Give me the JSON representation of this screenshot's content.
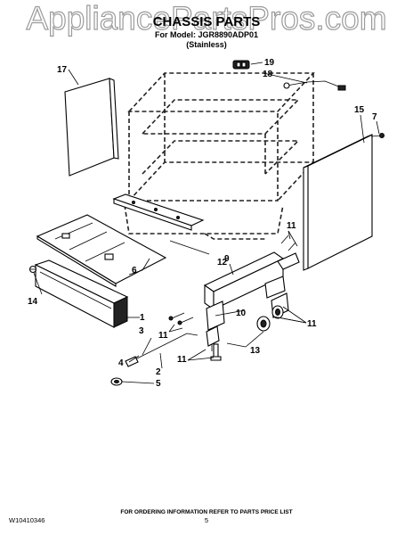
{
  "watermark": "AppliancePartsPros.com",
  "header": {
    "title": "CHASSIS PARTS",
    "model_line": "For Model: JGR8890ADP01",
    "finish": "(Stainless)"
  },
  "callouts": [
    "17",
    "19",
    "18",
    "15",
    "7",
    "11",
    "6",
    "9",
    "12",
    "14",
    "1",
    "3",
    "11",
    "10",
    "11",
    "4",
    "2",
    "11",
    "13",
    "5"
  ],
  "footer": {
    "instruction": "FOR ORDERING INFORMATION REFER TO PARTS PRICE LIST",
    "doc_number": "W10410346",
    "page_number": "5"
  }
}
